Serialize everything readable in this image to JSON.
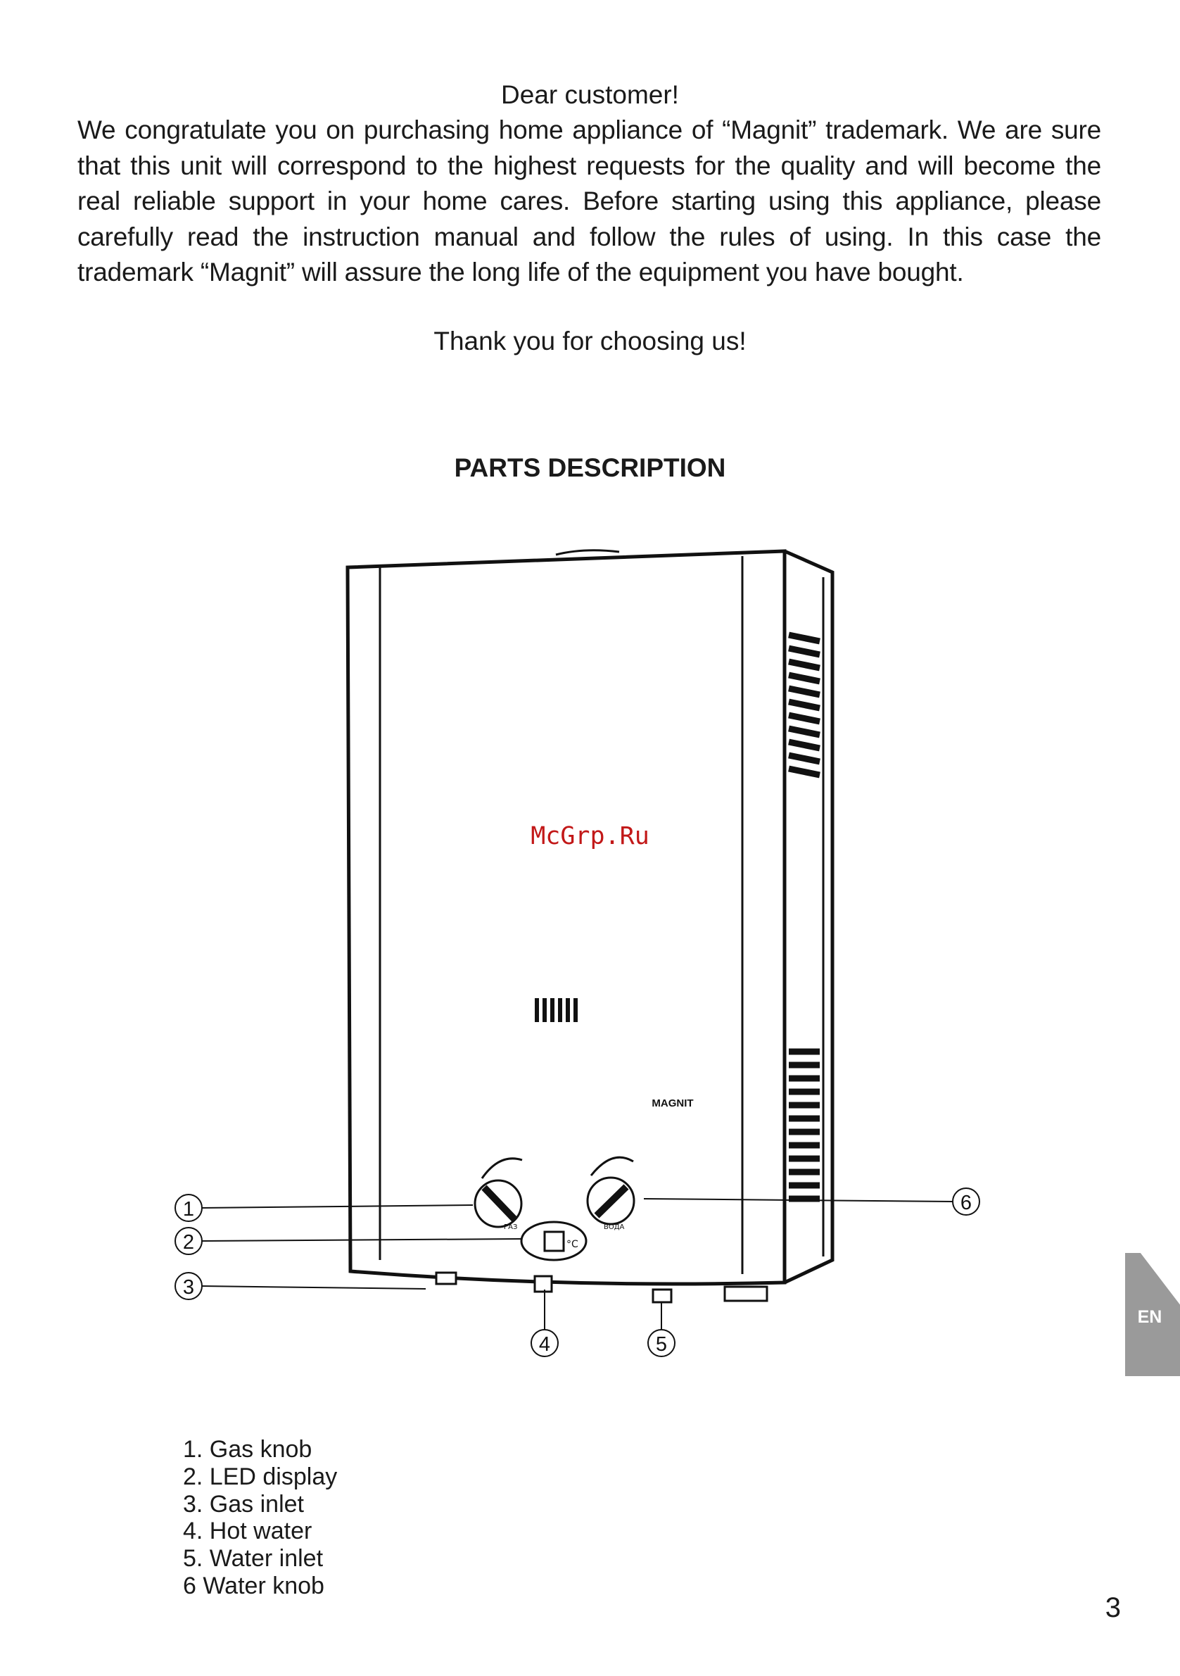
{
  "intro": {
    "salutation": "Dear customer!",
    "body": "We congratulate you on purchasing home appliance of “Magnit” trademark. We are sure that this unit will correspond to the highest requests for the quality and will become the real reliable support in your home cares. Before starting using this appliance, please carefully read the instruction manual and follow the rules of using. In this case the trademark “Magnit” will assure the long life of the equipment you have bought.",
    "thanks": "Thank you for choosing us!"
  },
  "parts_section": {
    "title": "PARTS DESCRIPTION",
    "callouts": [
      "1",
      "2",
      "3",
      "4",
      "5",
      "6"
    ],
    "unit_brand": "MAGNIT",
    "knob_labels": [
      "ГАЗ",
      "ВОДА"
    ],
    "display_unit": "°C",
    "parts": [
      "1. Gas knob",
      "2. LED display",
      "3. Gas inlet",
      "4. Hot water",
      "5. Water inlet",
      "6 Water knob"
    ]
  },
  "watermark": "McGrp.Ru",
  "language_tab": "EN",
  "page_number": "3"
}
